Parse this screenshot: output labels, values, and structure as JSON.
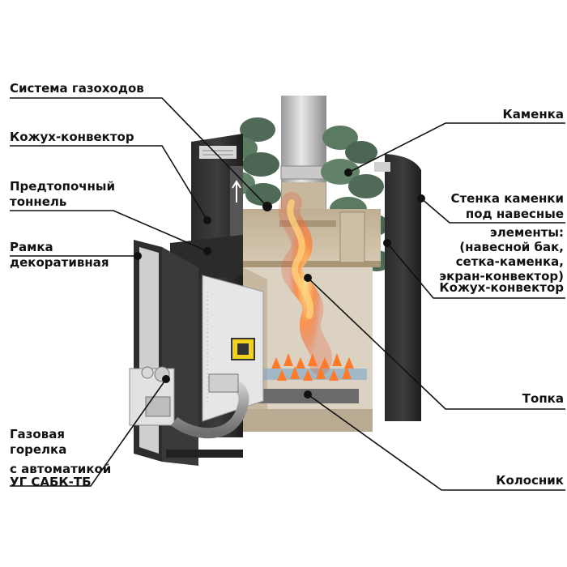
{
  "labels": {
    "flue_system": "Система газоходов",
    "casing_convector_left": "Кожух-конвектор",
    "pre_furnace_tunnel_1": "Предтопочный",
    "pre_furnace_tunnel_2": "тоннель",
    "decorative_frame_1": "Рамка",
    "decorative_frame_2": "декоративная",
    "gas_burner_1": "Газовая",
    "gas_burner_2": "горелка",
    "gas_burner_3": "с автоматикой",
    "gas_burner_4": "УГ САБК-ТБ",
    "stone_heater": "Каменка",
    "heater_wall_1": "Стенка каменки",
    "heater_wall_2": "под навесные",
    "heater_wall_3": "элементы:",
    "heater_wall_4": "(навесной бак,",
    "heater_wall_5": "сетка-каменка,",
    "heater_wall_6": "экран-конвектор)",
    "casing_convector_right": "Кожух-конвектор",
    "firebox": "Топка",
    "grate": "Колосник"
  }
}
